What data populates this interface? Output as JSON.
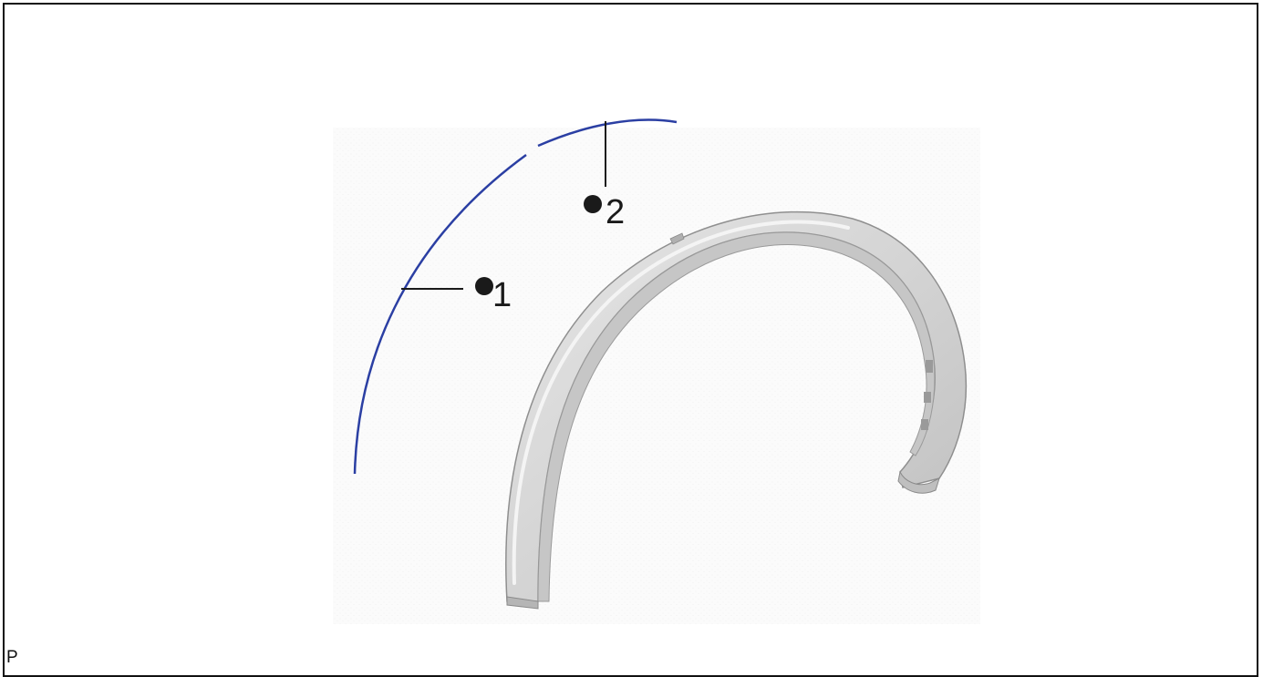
{
  "diagram": {
    "callouts": [
      {
        "id": "callout-1",
        "number": "1",
        "marker": "●"
      },
      {
        "id": "callout-2",
        "number": "2",
        "marker": "●"
      }
    ],
    "footer_code": "P",
    "colors": {
      "seal_line": "#2b3fa3",
      "part_fill": "#d9d9d9",
      "part_shade": "#a8a8a8",
      "leader": "#1a1a1a",
      "border": "#111111"
    }
  }
}
